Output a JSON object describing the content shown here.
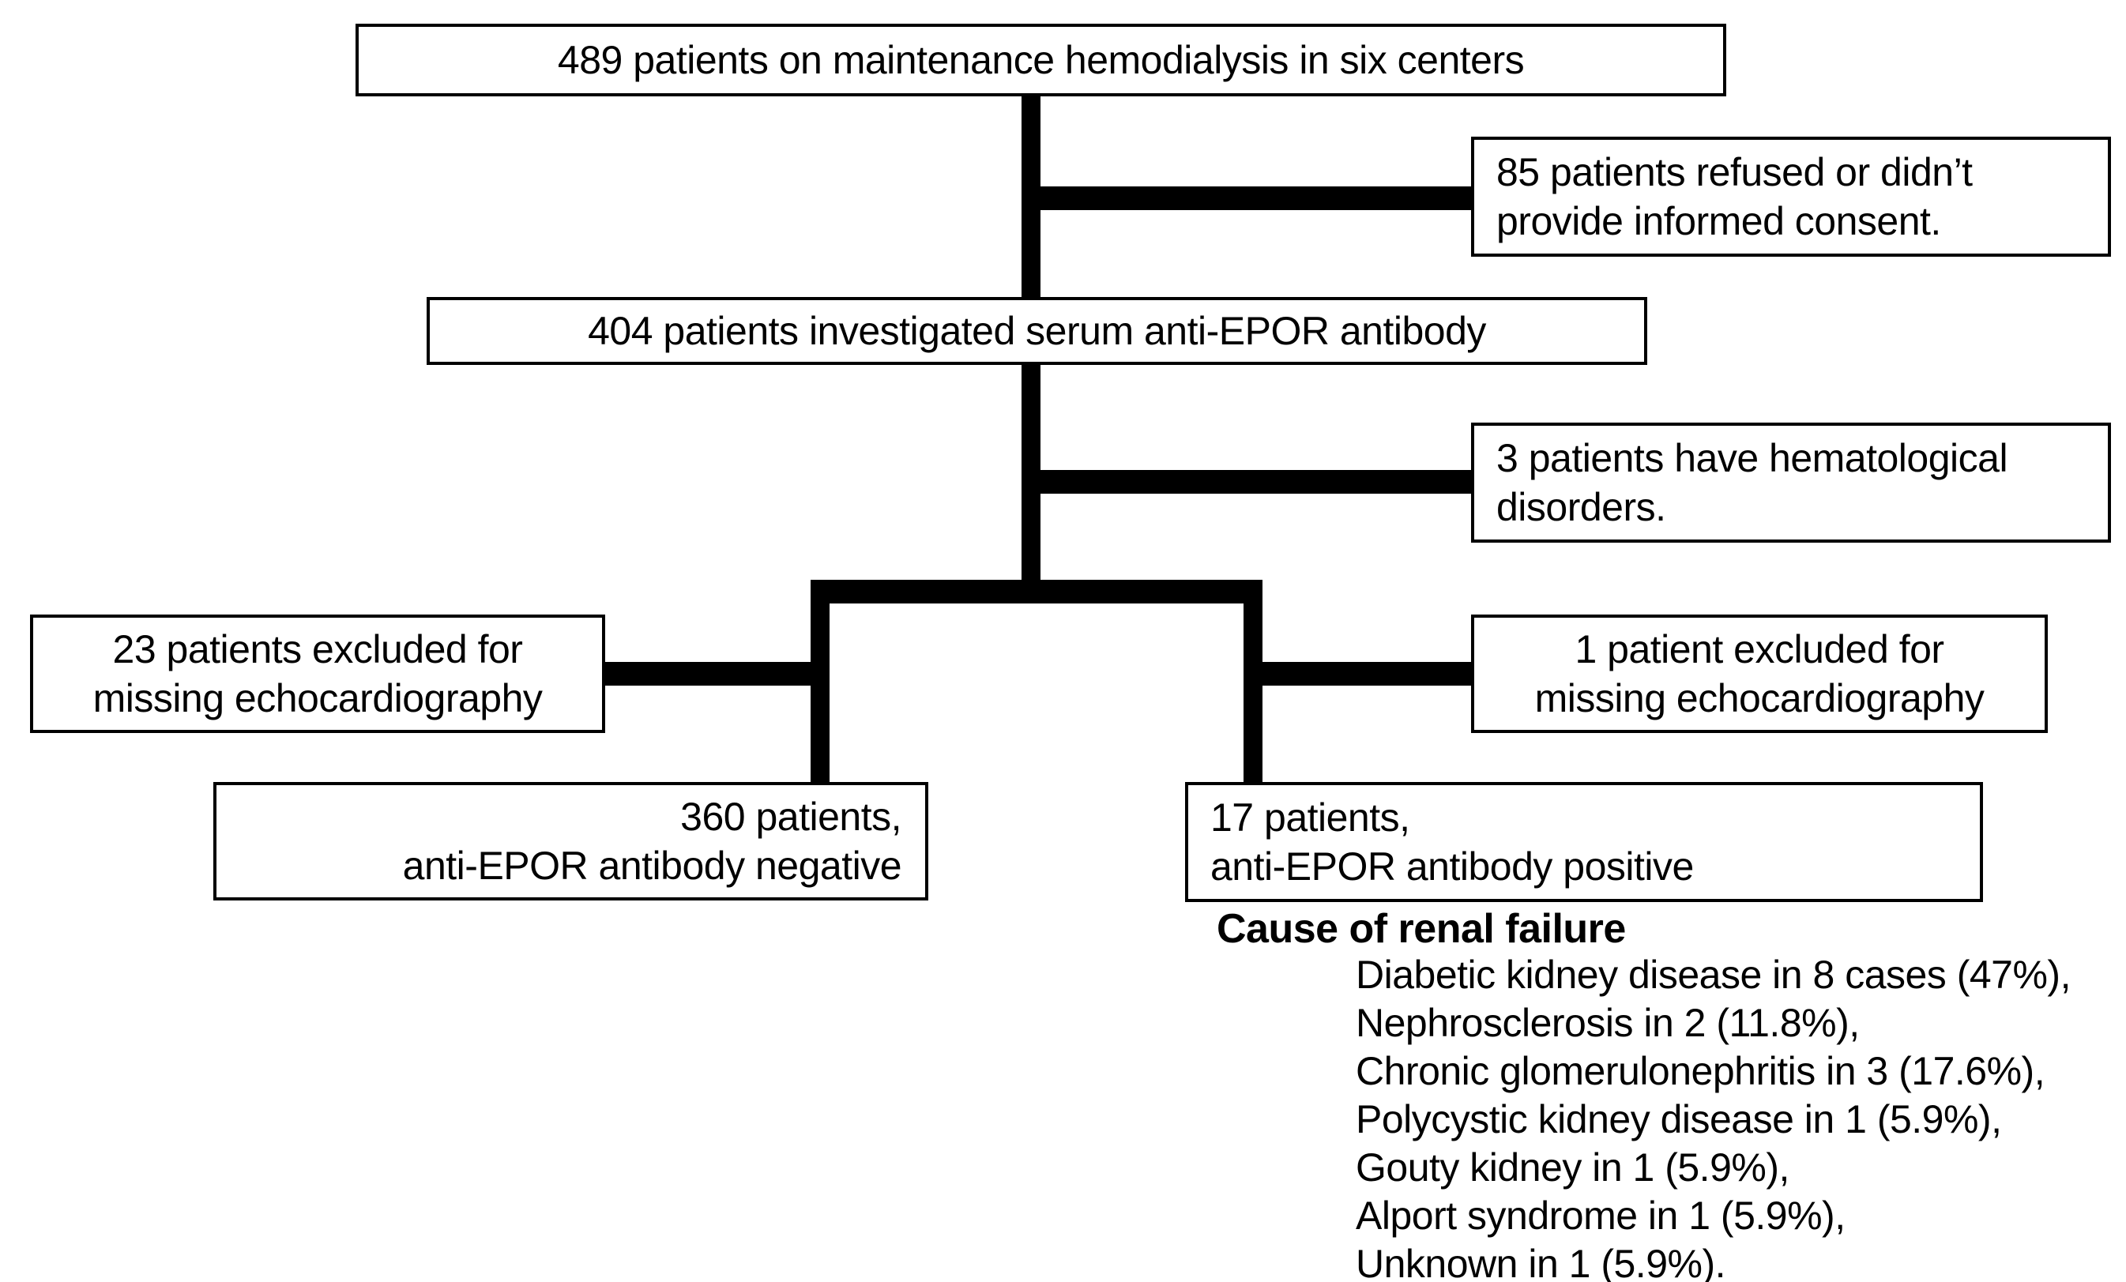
{
  "diagram": {
    "title": "Patient flow diagram",
    "colors": {
      "background": "#ffffff",
      "line": "#000000",
      "box_border": "#000000",
      "text": "#000000"
    },
    "boxes": {
      "total": {
        "text": "489 patients on maintenance hemodialysis in six centers",
        "count": 489
      },
      "refused": {
        "line1": "85 patients refused or didn’t",
        "line2": "provide informed consent.",
        "count": 85
      },
      "investigated": {
        "text": "404 patients investigated serum anti-EPOR antibody",
        "count": 404
      },
      "hematological": {
        "line1": "3 patients have hematological",
        "line2": "disorders.",
        "count": 3
      },
      "excluded_left": {
        "line1": "23 patients excluded for",
        "line2": "missing echocardiography",
        "count": 23
      },
      "excluded_right": {
        "line1": "1 patient excluded for",
        "line2": "missing echocardiography",
        "count": 1
      },
      "negative": {
        "line1": "360 patients,",
        "line2": "anti-EPOR antibody negative",
        "count": 360
      },
      "positive": {
        "line1": "17 patients,",
        "line2": "anti-EPOR antibody positive",
        "count": 17
      }
    },
    "cause_section": {
      "heading": "Cause of renal failure",
      "items": [
        "Diabetic kidney disease in 8 cases (47%),",
        "Nephrosclerosis in 2 (11.8%),",
        "Chronic glomerulonephritis in 3 (17.6%),",
        "Polycystic kidney disease in 1 (5.9%),",
        "Gouty kidney in 1 (5.9%),",
        "Alport syndrome in 1 (5.9%),",
        "Unknown in 1 (5.9%)."
      ]
    }
  }
}
